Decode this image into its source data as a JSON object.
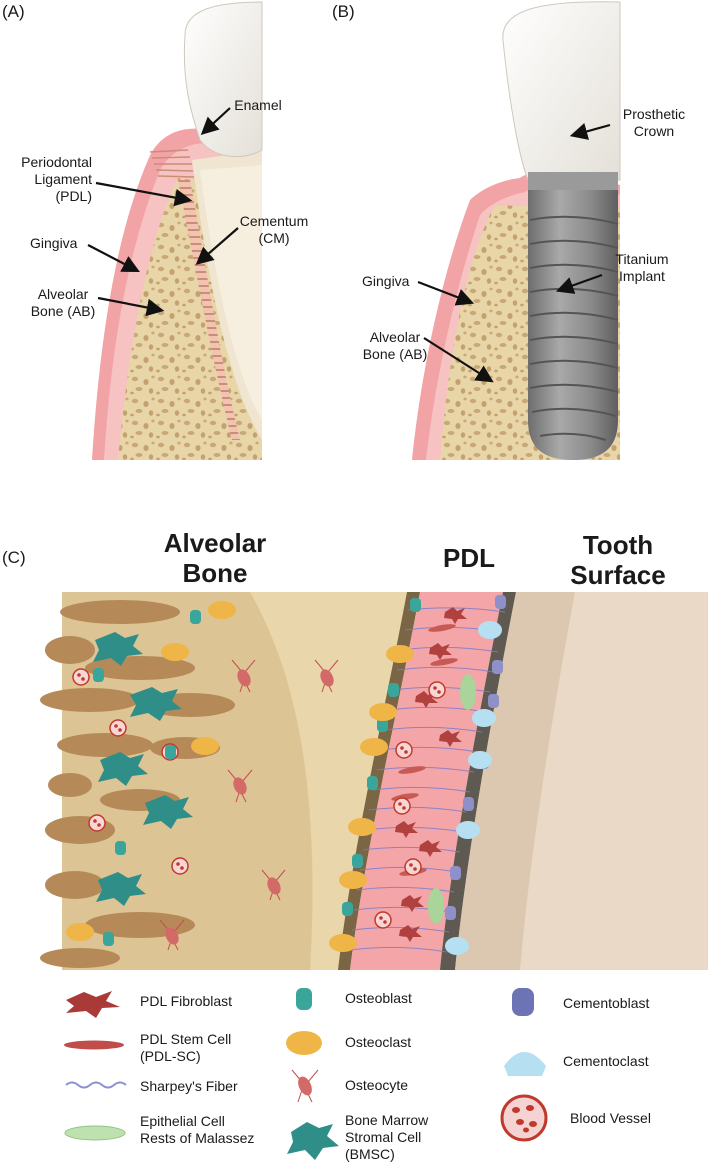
{
  "panel_a": {
    "label": "(A)",
    "enamel": "Enamel",
    "pdl": [
      "Periodontal",
      "Ligament",
      "(PDL)"
    ],
    "cementum": [
      "Cementum",
      "(CM)"
    ],
    "gingiva": "Gingiva",
    "alveolar": [
      "Alveolar",
      "Bone (AB)"
    ]
  },
  "panel_b": {
    "label": "(B)",
    "crown": [
      "Prosthetic",
      "Crown"
    ],
    "implant": [
      "Titanium",
      "Implant"
    ],
    "gingiva": "Gingiva",
    "alveolar": [
      "Alveolar",
      "Bone (AB)"
    ]
  },
  "panel_c": {
    "label": "(C)",
    "header_bone": [
      "Alveolar",
      "Bone"
    ],
    "header_pdl": "PDL",
    "header_tooth": [
      "Tooth",
      "Surface"
    ]
  },
  "legend": {
    "fibroblast": "PDL Fibroblast",
    "stemcell": [
      "PDL Stem Cell",
      "(PDL-SC)"
    ],
    "sharpey": "Sharpey's Fiber",
    "epithelial": [
      "Epithelial Cell",
      "Rests of Malassez"
    ],
    "osteoblast": "Osteoblast",
    "osteoclast": "Osteoclast",
    "osteocyte": "Osteocyte",
    "bmsc": [
      "Bone Marrow",
      "Stromal Cell",
      "(BMSC)"
    ],
    "cementoblast": "Cementoblast",
    "cementoclast": "Cementoclast",
    "blood": "Blood Vessel"
  },
  "colors": {
    "bone": "#e6d3a8",
    "gingiva": "#f0a0a0",
    "pdl_pink": "#f4a5a8",
    "enamel": "#f4f2ee",
    "implant": "#8c8c8c"
  }
}
